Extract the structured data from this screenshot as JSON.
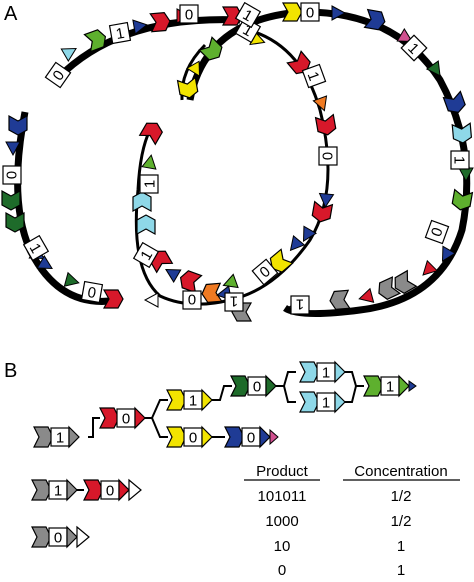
{
  "panels": {
    "a_label": "A",
    "b_label": "B"
  },
  "colors": {
    "yellow": "#F2E400",
    "red": "#D7182A",
    "green": "#5EB02E",
    "dkgreen": "#1E6B2A",
    "ltblue": "#8ED8E8",
    "dkblue": "#1F3B95",
    "orange": "#F07A22",
    "gray": "#8A8A8A",
    "white": "#FFFFFF",
    "pink": "#D0508F",
    "black": "#000000"
  },
  "panel_a": {
    "description_note": "",
    "box_digits": [
      "0",
      "1",
      "0",
      "1",
      "0",
      "1",
      "0",
      "1",
      "1",
      "1",
      "0",
      "0",
      "0",
      "1",
      "0",
      "1",
      "0",
      "1",
      "1",
      "1"
    ]
  },
  "panel_b": {
    "chain1": [
      {
        "color": "gray",
        "digit": "1"
      },
      {
        "color": "red",
        "digit": "0"
      },
      {
        "color": "yellow",
        "digit": "1"
      },
      {
        "color": "dkgreen",
        "digit": "0"
      },
      {
        "color": "ltblue",
        "digit": "1"
      },
      {
        "color": "ltblue",
        "digit": "1"
      },
      {
        "color": "green",
        "digit": "1"
      }
    ],
    "chain1b": [
      {
        "color": "yellow",
        "digit": "0"
      },
      {
        "color": "dkblue",
        "digit": "0"
      }
    ],
    "chain2": [
      {
        "color": "gray",
        "digit": "1"
      },
      {
        "color": "red",
        "digit": "0"
      }
    ],
    "chain3": [
      {
        "color": "gray",
        "digit": "0"
      }
    ]
  },
  "table": {
    "headers": [
      "Product",
      "Concentration"
    ],
    "rows": [
      {
        "product": "101011",
        "concentration": "1/2"
      },
      {
        "product": "1000",
        "concentration": "1/2"
      },
      {
        "product": "10",
        "concentration": "1"
      },
      {
        "product": "0",
        "concentration": "1"
      }
    ]
  }
}
